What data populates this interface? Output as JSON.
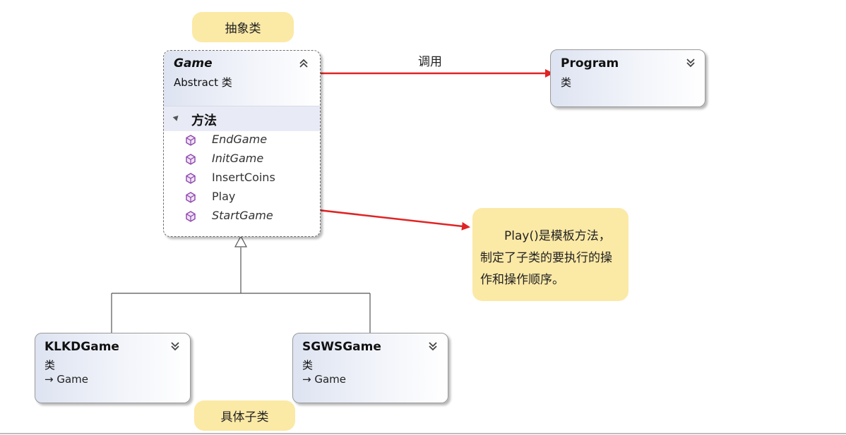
{
  "notes": {
    "abstract": "抽象类",
    "concrete": "具体子类",
    "play_note": {
      "line1": "Play()是模板方法，",
      "line2": "制定了子类的要执行的操",
      "line3": "作和操作顺序。"
    }
  },
  "edge_labels": {
    "call": "调用"
  },
  "classes": {
    "game": {
      "name": "Game",
      "stereotype": "Abstract 类",
      "section": "方法",
      "methods": [
        {
          "name": "EndGame",
          "abstract": true
        },
        {
          "name": "InitGame",
          "abstract": true
        },
        {
          "name": "InsertCoins",
          "abstract": false
        },
        {
          "name": "Play",
          "abstract": false
        },
        {
          "name": "StartGame",
          "abstract": true
        }
      ]
    },
    "program": {
      "name": "Program",
      "stereotype": "类"
    },
    "klkd": {
      "name": "KLKDGame",
      "stereotype": "类",
      "base": "→ Game"
    },
    "sgws": {
      "name": "SGWSGame",
      "stereotype": "类",
      "base": "→ Game"
    }
  },
  "colors": {
    "note_fill": "#fbe9a6",
    "arrow": "#e02424",
    "method_icon": "#8e44ad",
    "inheritance_line": "#555555"
  },
  "icons": {
    "collapse_up": "double-chevron-up-icon",
    "expand_down": "double-chevron-down-icon",
    "method": "method-cube-icon",
    "section_toggle": "triangle-icon"
  }
}
